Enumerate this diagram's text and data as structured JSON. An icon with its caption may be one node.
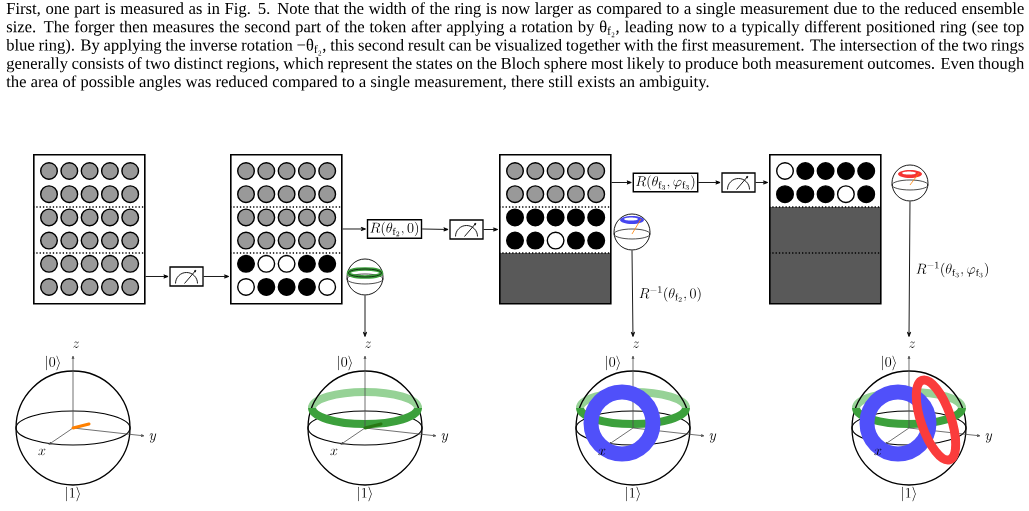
{
  "diagram": {
    "nodes": [
      {
        "text": [],
        "shape": "box"
      },
      {
        "text": [],
        "shape": "box"
      },
      {
        "text": [],
        "shape": "box"
      },
      {
        "text": [],
        "shape": "picture"
      },
      {
        "text": [
          "R(\\theta_{\\mathrm{f}_2},0)"
        ]
      },
      {
        "text": [],
        "shape": "box"
      },
      {
        "text": [],
        "shape": "box"
      },
      {
        "text": [],
        "shape": "picture"
      },
      {
        "text": [
          "R(\\theta_{\\mathrm{f}_3},\\varphi_{\\mathrm{f}_3})"
        ]
      },
      {
        "text": [],
        "shape": "box"
      },
      {
        "text": [],
        "shape": "box"
      },
      {
        "text": [],
        "shape": "picture"
      },
      {
        "text": [],
        "shape": "picture",
        "beside": [
          "|0\\rangle",
          "|1\\rangle"
        ]
      },
      {
        "text": [],
        "shape": "picture",
        "beside": [
          "|0\\rangle",
          "|1\\rangle"
        ]
      },
      {
        "text": [],
        "shape": "picture",
        "beside": [
          "|0\\rangle",
          "|1\\rangle"
        ]
      },
      {
        "text": [],
        "shape": "picture",
        "beside": [
          "|0\\rangle",
          "|1\\rangle"
        ]
      }
    ],
    "edges": [
      {
        "from": 0,
        "to": 1,
        "arrow": "to"
      },
      {
        "from": 1,
        "to": 2,
        "arrow": "to"
      },
      {
        "from": 2,
        "to": 4,
        "arrow": "to"
      },
      {
        "from": 4,
        "to": 5,
        "arrow": "to"
      },
      {
        "from": 5,
        "to": 6,
        "arrow": "to"
      },
      {
        "from": 6,
        "to": 8,
        "arrow": "to"
      },
      {
        "from": 8,
        "to": 9,
        "arrow": "to"
      },
      {
        "from": 9,
        "to": 10,
        "arrow": "to"
      },
      {
        "from": 3,
        "to": 13,
        "arrow": "to"
      },
      {
        "from": 7,
        "to": 14,
        "arrow": "to",
        "label": "R^{-1}(\\theta_{\\mathrm{f}_2},0)"
      },
      {
        "from": 11,
        "to": 15,
        "arrow": "to",
        "label": "R^{-1}(\\theta_{\\mathrm{f}_3},\\varphi_{\\mathrm{f}_3})"
      }
    ],
    "labels": [
      "First, one part is measured as in Fig. 5. Note that the width of the ring is now larger as compared to a single measurement due to the reduced ensemble size. The forger then measures the second part of the token after applying a rotation by θ$_{f₂}$, leading now to a typically different positioned ring (see top blue ring). By applying the inverse rotation −θ$_{f₂}$, this second result can be visualized together with the first measurement. The intersection of the two rings generally consists of two distinct regions, which represent the states on the Bloch sphere most likely to produce both measurement outcomes. Even though the area of possible angles was reduced compared to a single measurement, there still exists an ambiguity.",
      "z",
      "y",
      "x",
      "z",
      "y",
      "x",
      "z",
      "y",
      "x",
      "z",
      "y",
      "x"
    ]
  }
}
